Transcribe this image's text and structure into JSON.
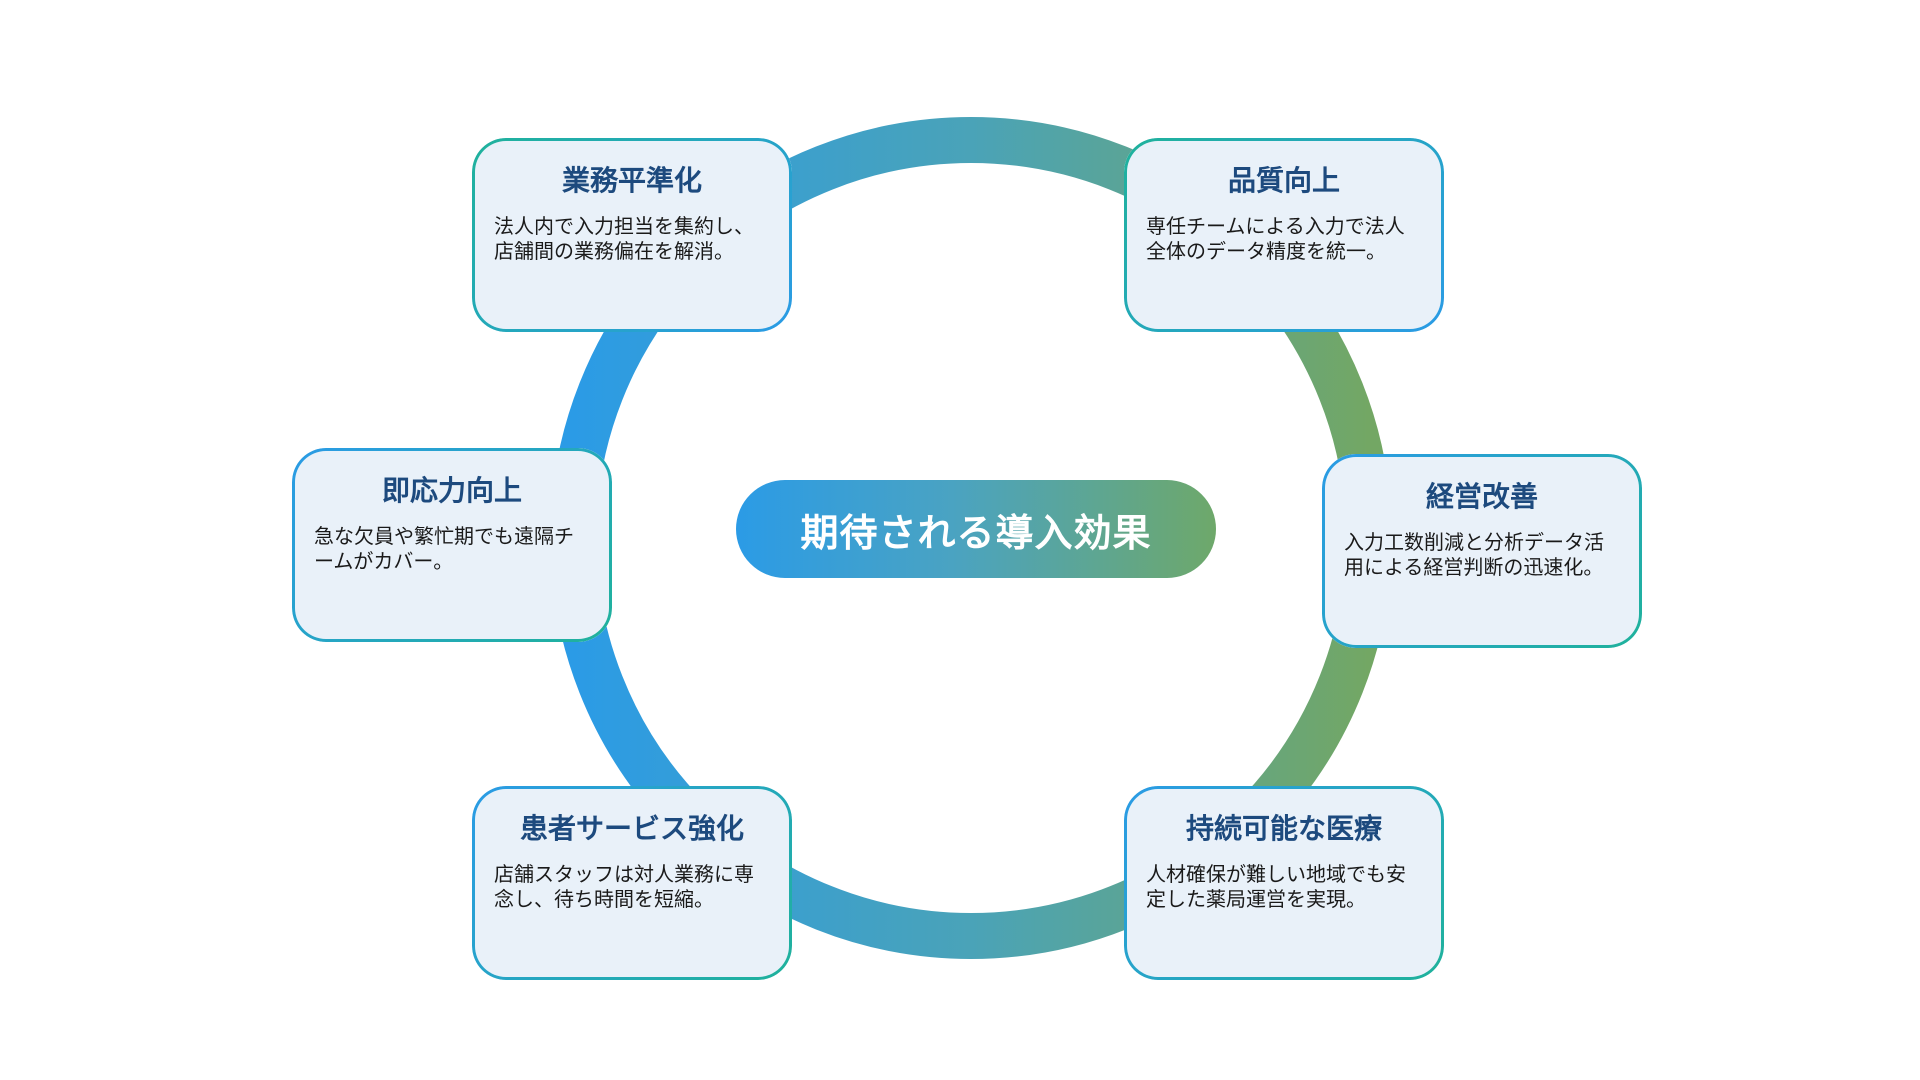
{
  "center_title": "期待される導入効果",
  "colors": {
    "ring_blue": "#2b9be6",
    "ring_teal": "#4aa3b8",
    "ring_green": "#73a764",
    "card_fill": "#e9f1f9",
    "card_title": "#1d4a7e",
    "card_border_teal": "#1fb29b",
    "card_border_blue": "#2b9be6"
  },
  "cards": [
    {
      "id": "gyomu-heijunka",
      "title": "業務平準化",
      "description": "法人内で入力担当を集約し、店舗間の業務偏在を解消。"
    },
    {
      "id": "hinshitsu-kojo",
      "title": "品質向上",
      "description": "専任チームによる入力で法人全体のデータ精度を統一。"
    },
    {
      "id": "sokuoryoku-kojo",
      "title": "即応力向上",
      "description": "急な欠員や繁忙期でも遠隔チームがカバー。"
    },
    {
      "id": "keiei-kaizen",
      "title": "経営改善",
      "description": "入力工数削減と分析データ活用による経営判断の迅速化。"
    },
    {
      "id": "kanja-service-kyoka",
      "title": "患者サービス強化",
      "description": "店舗スタッフは対人業務に専念し、待ち時間を短縮。"
    },
    {
      "id": "jizoku-kanou-iryo",
      "title": "持続可能な医療",
      "description": "人材確保が難しい地域でも安定した薬局運営を実現。"
    }
  ]
}
